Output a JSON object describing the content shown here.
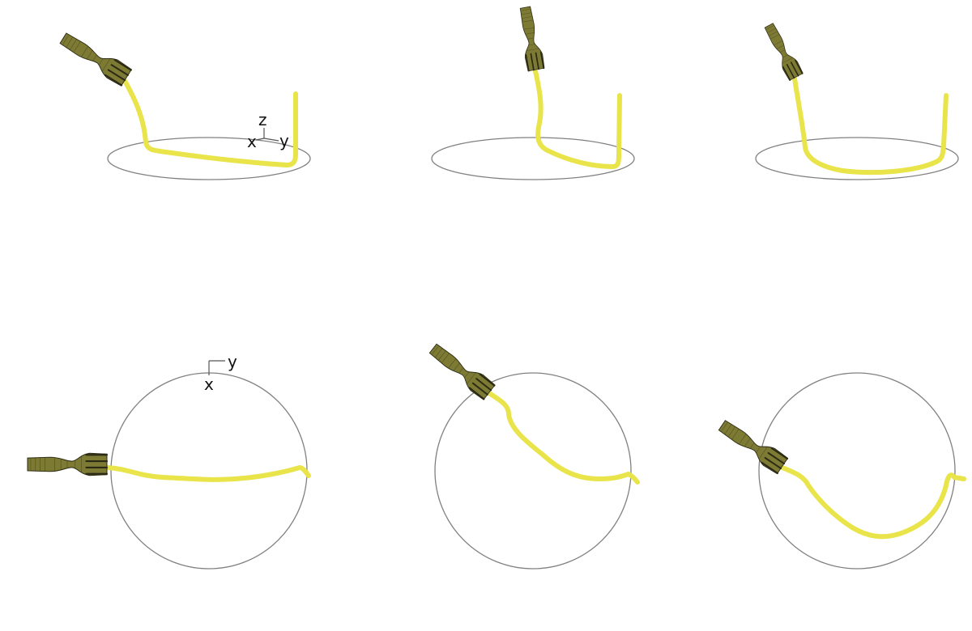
{
  "axes_labels": {
    "perspective": {
      "z": "z",
      "x": "x",
      "y": "y"
    },
    "top": {
      "y": "y",
      "x": "x"
    }
  },
  "colors": {
    "noodle": "#e8e44a",
    "plate_outline": "#808080",
    "fork": "#7d7a34",
    "fork_outline": "#2b2a14"
  },
  "icons": [
    "fork-icon"
  ]
}
